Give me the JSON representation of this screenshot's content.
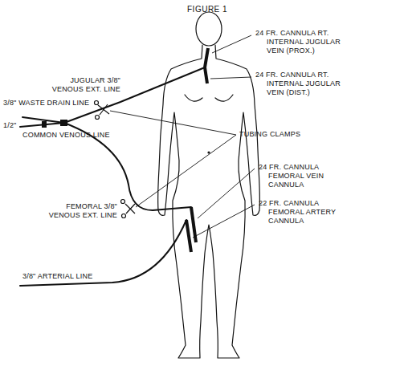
{
  "diagram": {
    "title": "FIGURE 1",
    "labels": [
      "JUGULAR 3/8\" VENOUS EXT. LINE",
      "3/8\" WASTE DRAIN LINE",
      "1/2\"",
      "COMMON VENOUS LINE",
      "FEMORAL 3/8\" VENOUS EXT. LINE",
      "3/8\" ARTERIAL LINE",
      "24 FR. CANNULA RT. INTERNAL JUGULAR VEIN (PROX.)",
      "24 FR. CANNULA RT. INTERNAL JUGULAR VEIN (DIST.)",
      "TUBING CLAMPS",
      "24 FR. CANNULA FEMORAL VEIN CANNULA",
      "22 FR. CANNULA FEMORAL ARTERY CANNULA"
    ]
  }
}
